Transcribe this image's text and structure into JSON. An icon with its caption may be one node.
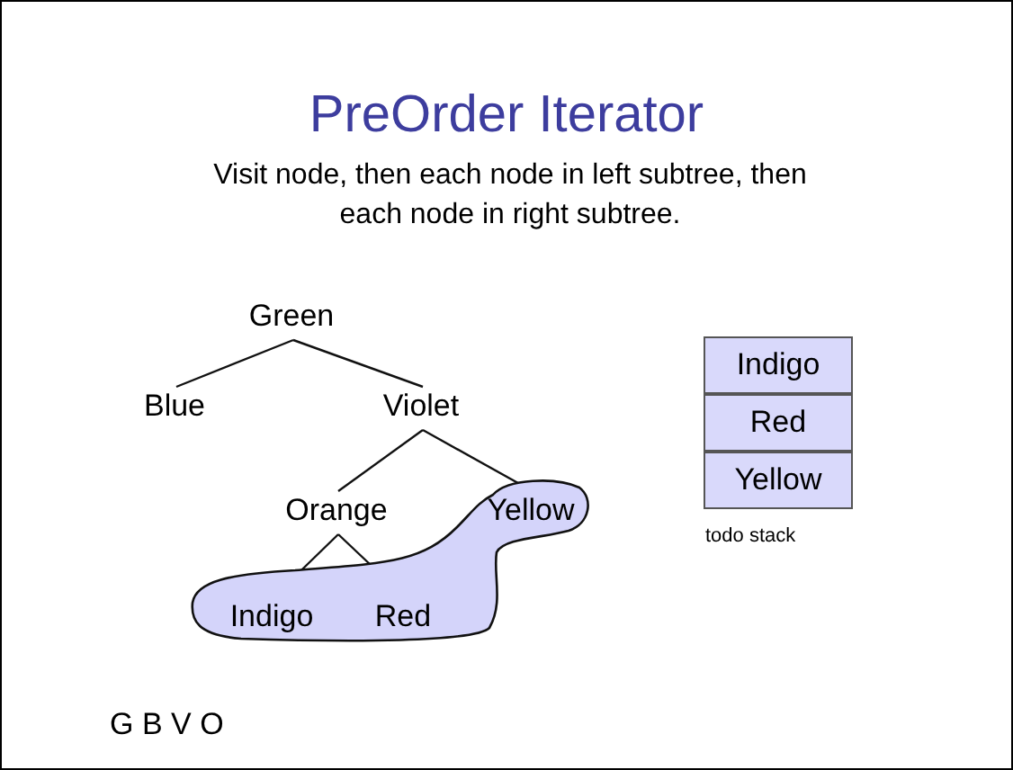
{
  "diagram": {
    "title": "PreOrder Iterator",
    "nodes": [
      {
        "text": [
          "Green"
        ]
      },
      {
        "text": [
          "Blue"
        ]
      },
      {
        "text": [
          "Violet"
        ]
      },
      {
        "text": [
          "Orange"
        ]
      },
      {
        "text": [],
        "shape": "cloud"
      },
      {
        "text": [
          "Yellow"
        ],
        "in": 4
      },
      {
        "text": [
          "Indigo"
        ],
        "in": 4
      },
      {
        "text": [
          "Red"
        ],
        "in": 4
      },
      {
        "text": [
          "Indigo"
        ]
      },
      {
        "text": [
          "Red"
        ]
      },
      {
        "text": [
          "Yellow"
        ]
      }
    ],
    "edges": [
      {
        "from": 0,
        "to": 1,
        "arrow": "none"
      },
      {
        "from": 0,
        "to": 2,
        "arrow": "none"
      },
      {
        "from": 2,
        "to": 3,
        "arrow": "none"
      },
      {
        "from": 2,
        "to": 5,
        "arrow": "none"
      },
      {
        "from": 3,
        "to": 6,
        "arrow": "none"
      },
      {
        "from": 3,
        "to": 7,
        "arrow": "none"
      }
    ],
    "labels": [
      "Visit node, then each node in left subtree, then each node in right subtree.",
      "todo stack",
      "G B V O"
    ]
  }
}
